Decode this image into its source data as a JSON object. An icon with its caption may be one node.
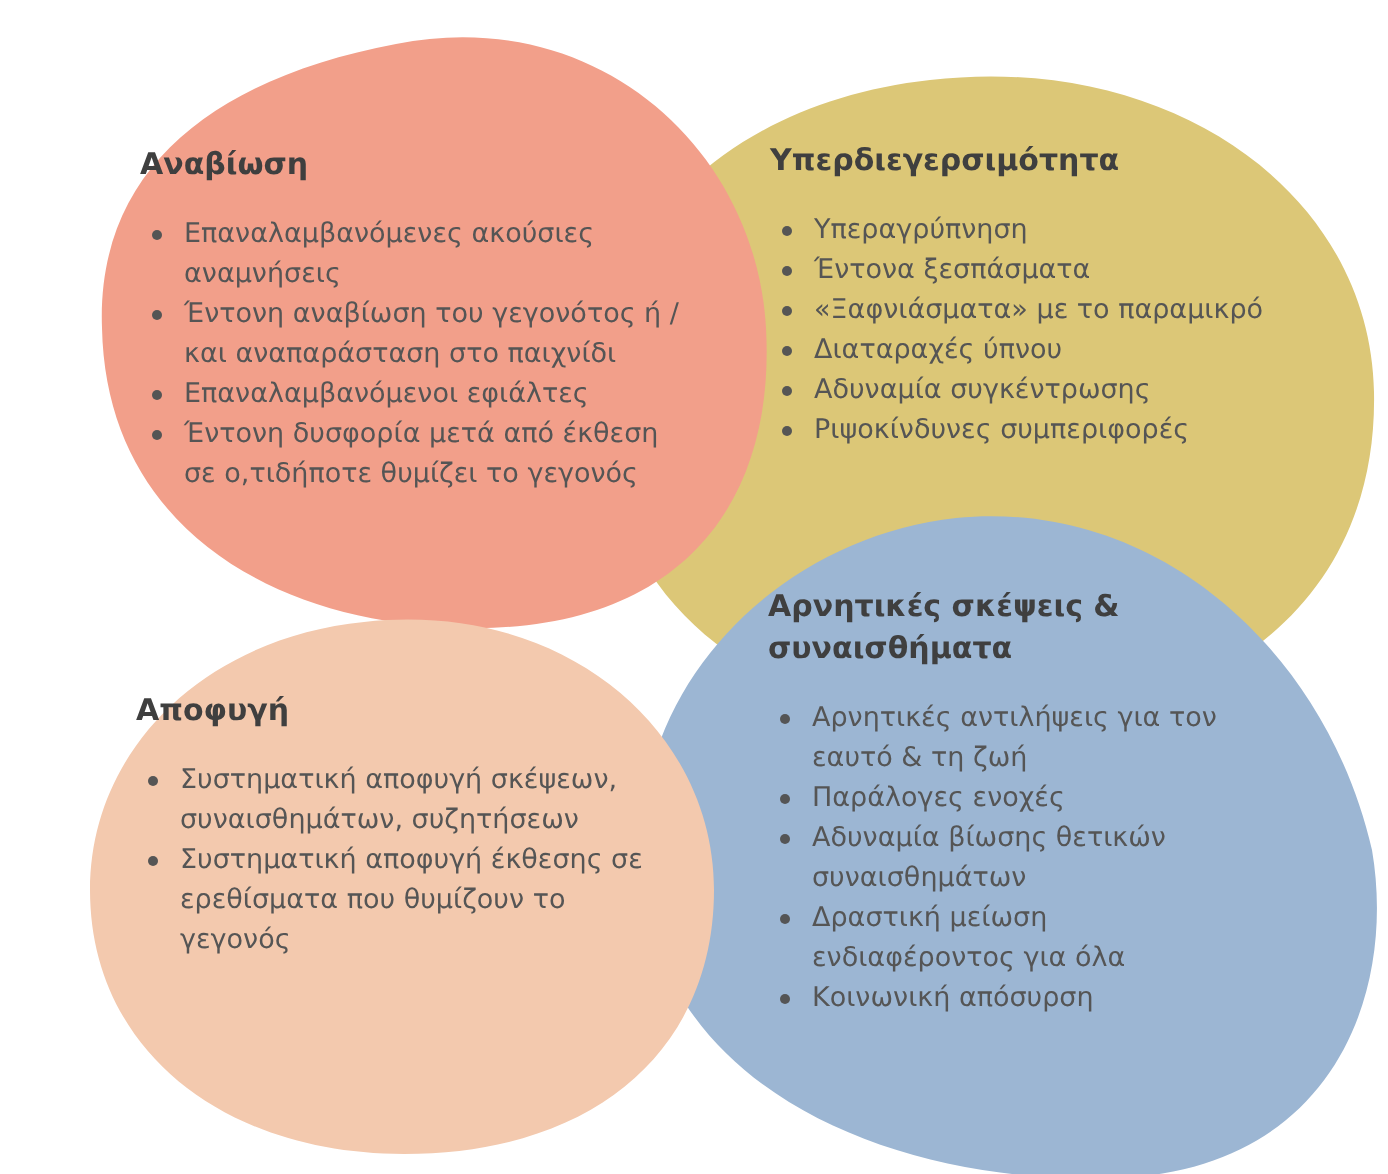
{
  "diagram": {
    "nodes": [
      {
        "text": [
          "Αναβίωση",
          "Επαναλαμβανόμενες ακούσιες αναμνήσεις",
          "Έντονη αναβίωση του γεγονότος ή / και αναπαράσταση στο παιχνίδι",
          "Επαναλαμβανόμενοι εφιάλτες",
          "Έντονη δυσφορία μετά από έκθεση σε ο,τιδήποτε θυμίζει το γεγονός"
        ]
      },
      {
        "text": [
          "Υπερδιεγερσιμότητα",
          "Υπεραγρύπνηση",
          "Έντονα ξεσπάσματα",
          "«Ξαφνιάσματα» με το παραμικρό",
          "Διαταραχές ύπνου",
          "Αδυναμία συγκέντρωσης",
          "Ριψοκίνδυνες συμπεριφορές"
        ]
      },
      {
        "text": [
          "Αποφυγή",
          "Συστηματική αποφυγή σκέψεων, συναισθημάτων, συζητήσεων",
          "Συστηματική αποφυγή έκθεσης σε ερεθίσματα που θυμίζουν το γεγονός"
        ]
      },
      {
        "text": [
          "Αρνητικές σκέψεις & συναισθήματα",
          "Αρνητικές αντιλήψεις για τον εαυτό & τη ζωή",
          "Παράλογες ενοχές",
          "Αδυναμία βίωσης θετικών συναισθημάτων",
          "Δραστική μείωση ενδιαφέροντος για όλα",
          "Κοινωνική απόσυρση"
        ]
      }
    ],
    "edges": []
  }
}
